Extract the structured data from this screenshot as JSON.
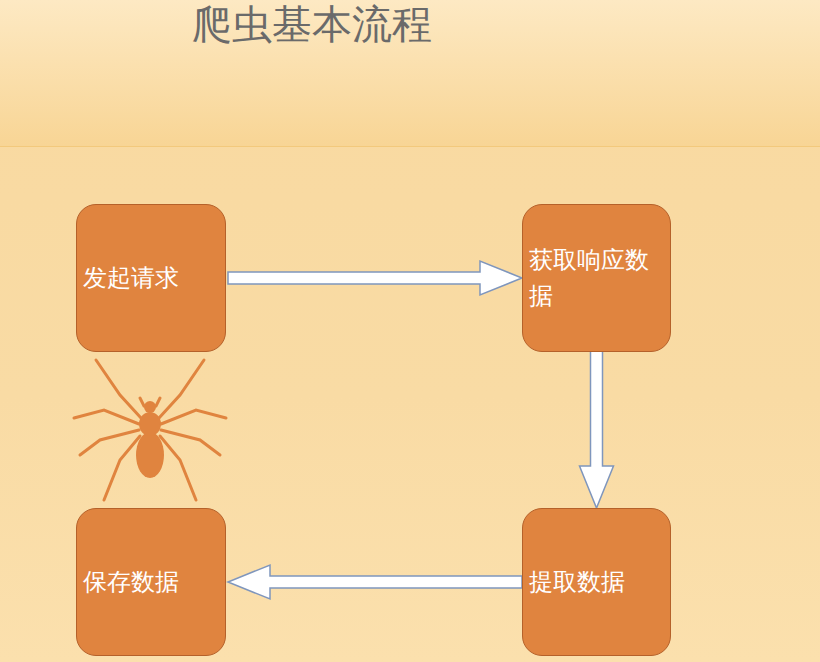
{
  "diagram": {
    "title": "爬虫基本流程",
    "nodes": [
      {
        "text": [
          "发起请求"
        ]
      },
      {
        "text": [
          "获取响应数据"
        ]
      },
      {
        "text": [
          "提取数据"
        ]
      },
      {
        "text": [
          "保存数据"
        ]
      }
    ],
    "edges": [
      {
        "from": 0,
        "to": 1,
        "arrow": "to"
      },
      {
        "from": 1,
        "to": 2,
        "arrow": "to"
      },
      {
        "from": 2,
        "to": 3,
        "arrow": "to"
      }
    ]
  }
}
